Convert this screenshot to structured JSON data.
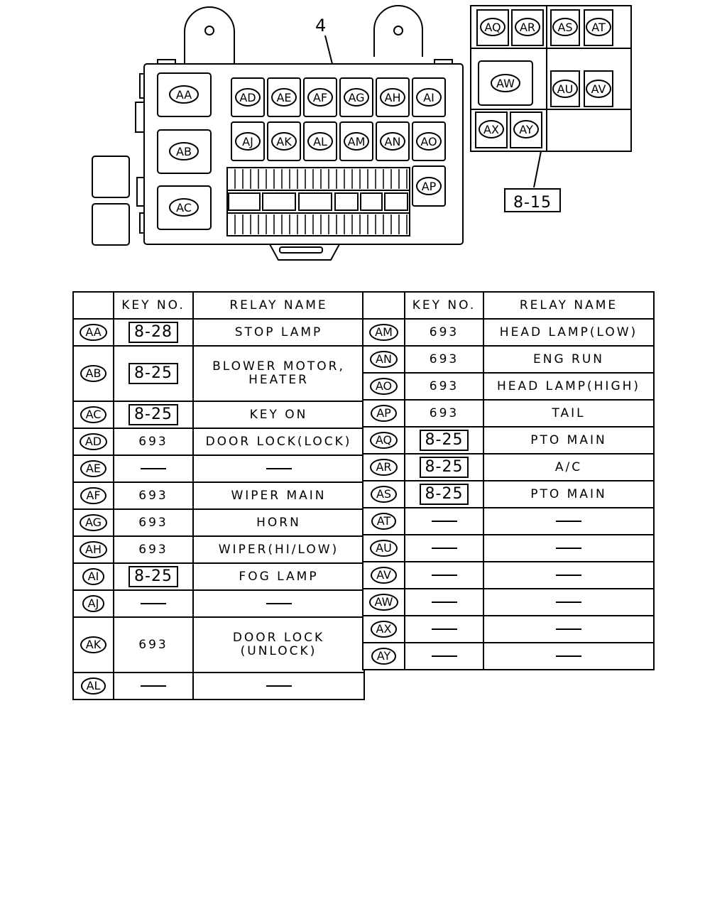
{
  "diagram": {
    "callout_main": "4",
    "callout_ref": "8-15",
    "relay_labels": [
      "AA",
      "AB",
      "AC",
      "AD",
      "AE",
      "AF",
      "AG",
      "AH",
      "AI",
      "AJ",
      "AK",
      "AL",
      "AM",
      "AN",
      "AO",
      "AP",
      "AQ",
      "AR",
      "AS",
      "AT",
      "AU",
      "AV",
      "AW",
      "AX",
      "AY"
    ]
  },
  "table_left": {
    "headers": {
      "code": "",
      "key": "KEY NO.",
      "name": "RELAY NAME"
    },
    "rows": [
      {
        "code": "AA",
        "key": "8-28",
        "key_boxed": true,
        "name": "STOP LAMP"
      },
      {
        "code": "AB",
        "key": "8-25",
        "key_boxed": true,
        "name_line1": "BLOWER MOTOR,",
        "name_line2": "HEATER"
      },
      {
        "code": "AC",
        "key": "8-25",
        "key_boxed": true,
        "name": "KEY ON"
      },
      {
        "code": "AD",
        "key": "693",
        "name": "DOOR LOCK(LOCK)"
      },
      {
        "code": "AE",
        "key": "—",
        "name": "—"
      },
      {
        "code": "AF",
        "key": "693",
        "name": "WIPER MAIN"
      },
      {
        "code": "AG",
        "key": "693",
        "name": "HORN"
      },
      {
        "code": "AH",
        "key": "693",
        "name": "WIPER(HI/LOW)"
      },
      {
        "code": "AI",
        "key": "8-25",
        "key_boxed": true,
        "name": "FOG LAMP"
      },
      {
        "code": "AJ",
        "key": "—",
        "name": "—"
      },
      {
        "code": "AK",
        "key": "693",
        "name_line1": "DOOR LOCK",
        "name_line2": "(UNLOCK)"
      },
      {
        "code": "AL",
        "key": "—",
        "name": "—"
      }
    ]
  },
  "table_right": {
    "headers": {
      "code": "",
      "key": "KEY NO.",
      "name": "RELAY NAME"
    },
    "rows": [
      {
        "code": "AM",
        "key": "693",
        "name": "HEAD LAMP(LOW)"
      },
      {
        "code": "AN",
        "key": "693",
        "name": "ENG RUN"
      },
      {
        "code": "AO",
        "key": "693",
        "name": "HEAD LAMP(HIGH)"
      },
      {
        "code": "AP",
        "key": "693",
        "name": "TAIL"
      },
      {
        "code": "AQ",
        "key": "8-25",
        "key_boxed": true,
        "name": "PTO MAIN"
      },
      {
        "code": "AR",
        "key": "8-25",
        "key_boxed": true,
        "name": "A/C"
      },
      {
        "code": "AS",
        "key": "8-25",
        "key_boxed": true,
        "name": "PTO MAIN"
      },
      {
        "code": "AT",
        "key": "—",
        "name": "—"
      },
      {
        "code": "AU",
        "key": "—",
        "name": "—"
      },
      {
        "code": "AV",
        "key": "—",
        "name": "—"
      },
      {
        "code": "AW",
        "key": "—",
        "name": "—"
      },
      {
        "code": "AX",
        "key": "—",
        "name": "—"
      },
      {
        "code": "AY",
        "key": "—",
        "name": "—"
      }
    ]
  }
}
